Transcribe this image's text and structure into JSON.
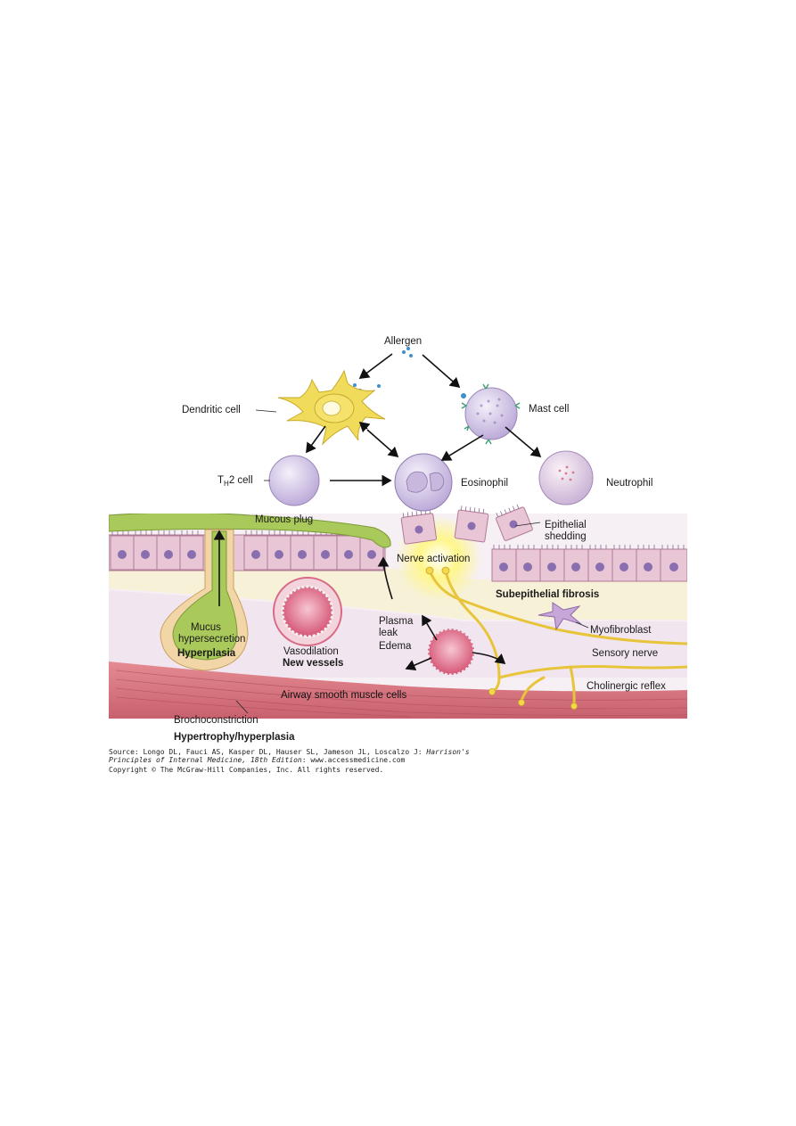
{
  "labels": {
    "allergen": "Allergen",
    "dendritic_cell": "Dendritic cell",
    "mast_cell": "Mast cell",
    "th2_cell_main": "T",
    "th2_cell_sub": "H",
    "th2_cell_suffix": "2 cell",
    "eosinophil": "Eosinophil",
    "neutrophil": "Neutrophil",
    "mucous_plug": "Mucous plug",
    "epithelial_shedding_1": "Epithelial",
    "epithelial_shedding_2": "shedding",
    "nerve_activation": "Nerve activation",
    "subepithelial_fibrosis": "Subepithelial fibrosis",
    "myofibroblast": "Myofibroblast",
    "sensory_nerve": "Sensory nerve",
    "cholinergic_reflex": "Cholinergic reflex",
    "plasma": "Plasma",
    "leak": "leak",
    "edema": "Edema",
    "mucus": "Mucus",
    "hypersecretion": "hypersecretion",
    "hyperplasia": "Hyperplasia",
    "vasodilation": "Vasodilation",
    "new_vessels": "New vessels",
    "airway_smooth_muscle": "Airway smooth muscle cells",
    "brochoconstriction": "Brochoconstriction",
    "hypertrophy_hyperplasia": "Hypertrophy/hyperplasia"
  },
  "source": {
    "line1_prefix": "Source: Longo DL, Fauci AS, Kasper DL, Hauser SL, Jameson JL, Loscalzo J: ",
    "line1_italic": "Harrison's",
    "line2_italic": "Principles of Internal Medicine, 18th Edition",
    "line2_suffix": ": www.accessmedicine.com",
    "line3": "Copyright © The McGraw-Hill Companies, Inc. All rights reserved."
  },
  "colors": {
    "epithelium": "#e8c4d4",
    "epithelium_border": "#b07a95",
    "nucleus": "#8a6fb0",
    "mucus_green": "#a8c85a",
    "fibrosis_band": "#f5f0d8",
    "submucosa": "#f3ecf2",
    "muscle": "#d9747e",
    "nerve": "#f0d24a",
    "dendritic": "#f3e06a",
    "mast": "#d7c4e6",
    "th2": "#d8cdea",
    "vessel": "#d85b78"
  }
}
